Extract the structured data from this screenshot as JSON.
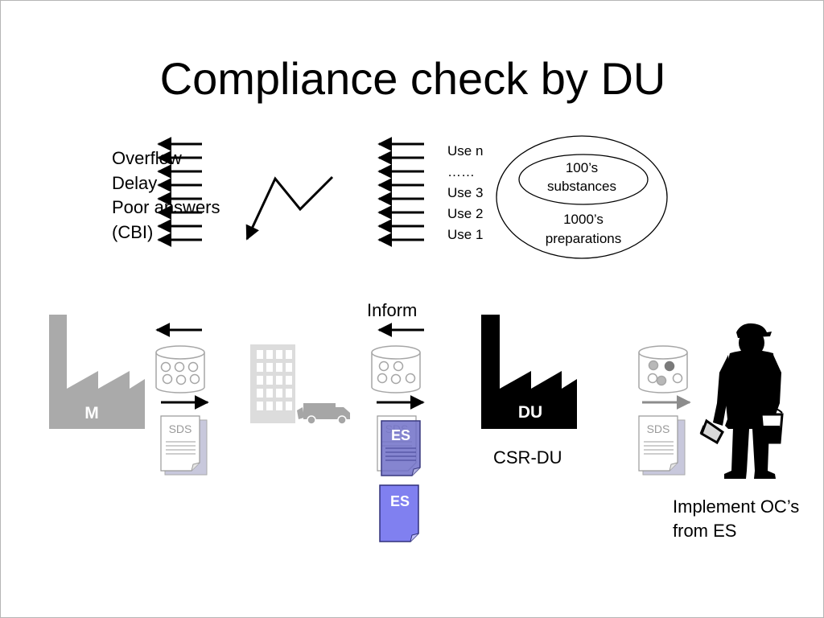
{
  "slide": {
    "title": "Compliance check by DU"
  },
  "issues": [
    "Overflow",
    "Delay",
    "Poor answers",
    "(CBI)"
  ],
  "uses": [
    "Use n",
    "……",
    "Use 3",
    "Use 2",
    "Use 1"
  ],
  "substances": {
    "inner": [
      "100’s",
      "substances"
    ],
    "outer": [
      "1000’s",
      "preparations"
    ]
  },
  "actors": {
    "manufacturer": "M",
    "downstream_user": "DU",
    "du_report": "CSR-DU"
  },
  "documents": {
    "sds": "SDS",
    "es": "ES"
  },
  "labels": {
    "inform": "Inform",
    "implement": [
      "Implement OC’s",
      "from ES"
    ]
  },
  "icons": {
    "factory": "factory-icon",
    "warehouse": "building-icon",
    "truck": "truck-icon",
    "drum": "barrel-icon",
    "document": "document-icon",
    "worker": "worker-silhouette-icon"
  },
  "colors": {
    "factory_m": "#aaaaaa",
    "factory_du": "#000000",
    "es_document": "#8080f0",
    "building": "#dcdcdc",
    "truck": "#a6a6a6"
  }
}
